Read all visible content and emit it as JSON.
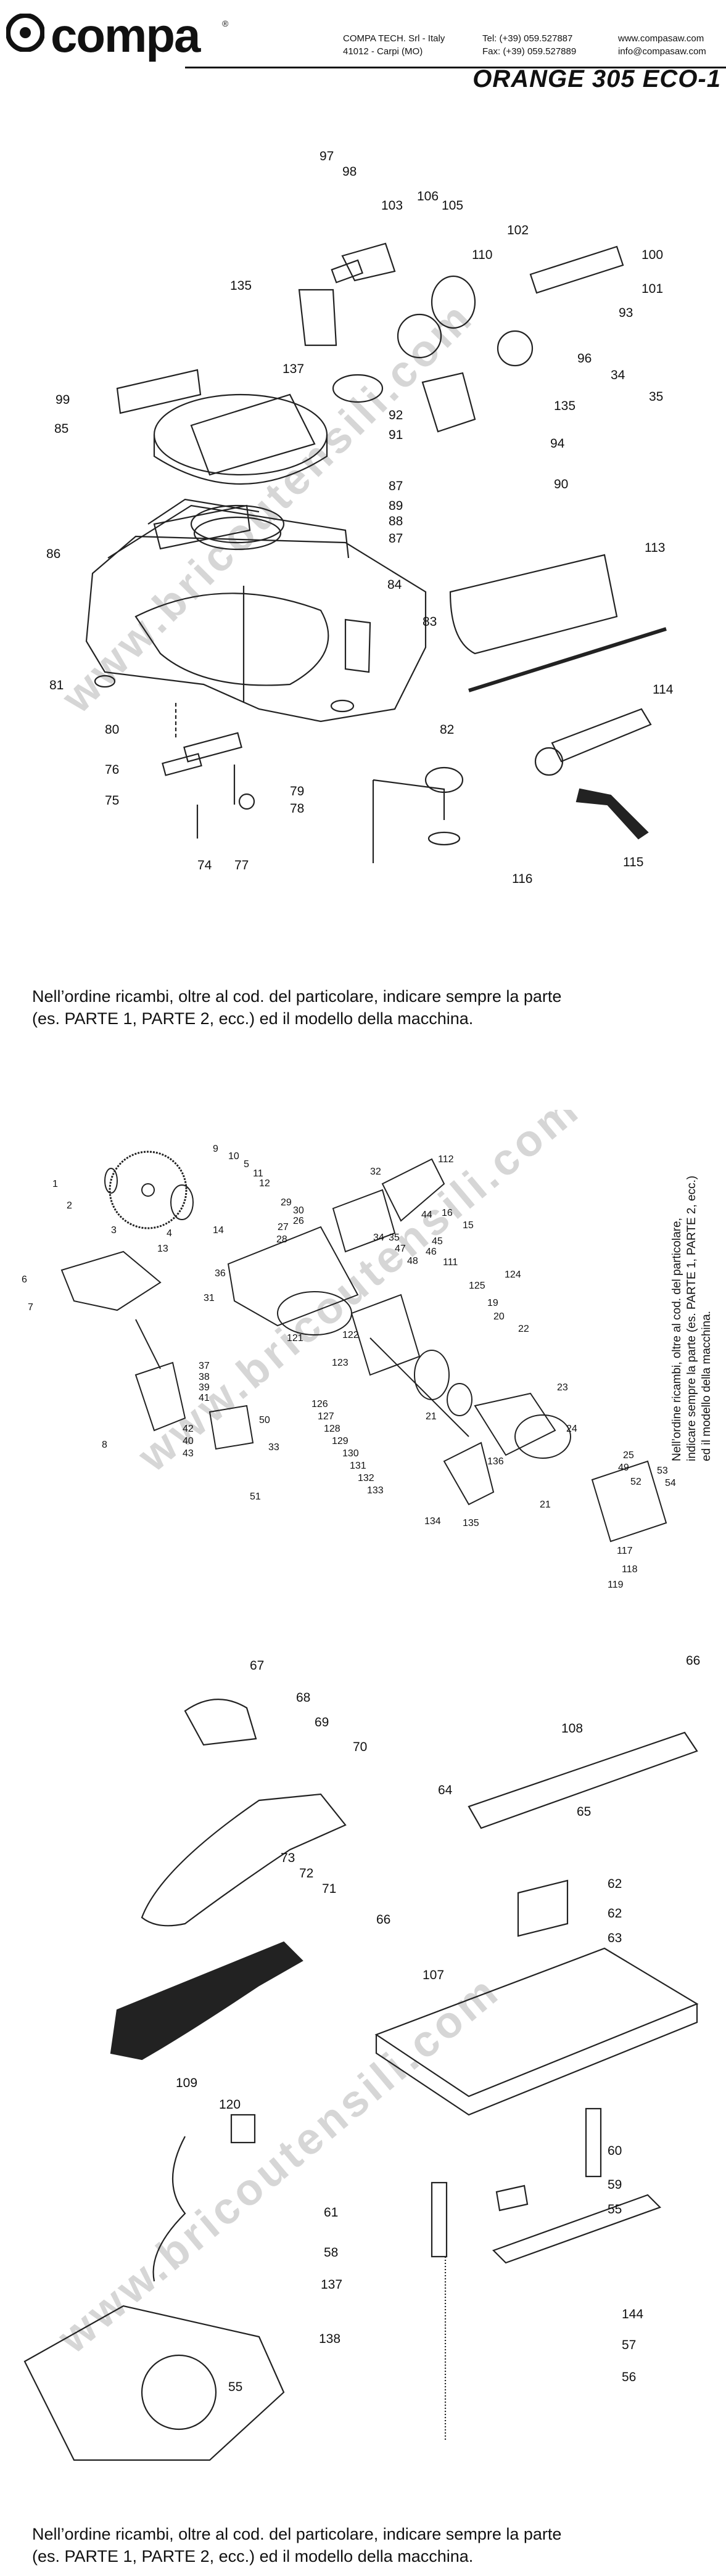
{
  "header": {
    "brand": "compa",
    "registered": "®",
    "company": [
      "COMPA TECH. Srl - Italy",
      "41012 - Carpi (MO)"
    ],
    "phones": [
      "Tel: (+39) 059.527887",
      "Fax: (+39) 059.527889"
    ],
    "web": [
      "www.compasaw.com",
      "info@compasaw.com"
    ],
    "model": "ORANGE 305 ECO-1"
  },
  "watermark": "www.bricoutensili.com",
  "diagram1": {
    "labels": [
      "97",
      "98",
      "103",
      "106",
      "105",
      "102",
      "100",
      "110",
      "101",
      "135",
      "93",
      "137",
      "96",
      "34",
      "35",
      "99",
      "92",
      "91",
      "135",
      "94",
      "85",
      "87",
      "89",
      "88",
      "87",
      "90",
      "86",
      "113",
      "84",
      "83",
      "81",
      "82",
      "114",
      "80",
      "76",
      "79",
      "78",
      "75",
      "74",
      "77",
      "116",
      "115"
    ]
  },
  "note1": {
    "line1": "Nell’ordine ricambi, oltre al cod. del particolare, indicare sempre la parte",
    "line2": "(es. PARTE 1, PARTE 2, ecc.) ed il modello della macchina."
  },
  "diagram2": {
    "labels": [
      "9",
      "10",
      "5",
      "11",
      "12",
      "29",
      "30",
      "27",
      "26",
      "28",
      "1",
      "2",
      "3",
      "4",
      "14",
      "32",
      "112",
      "13",
      "36",
      "34",
      "35",
      "44",
      "16",
      "15",
      "6",
      "47",
      "45",
      "46",
      "48",
      "111",
      "124",
      "125",
      "7",
      "31",
      "121",
      "122",
      "123",
      "19",
      "20",
      "22",
      "8",
      "37",
      "38",
      "39",
      "41",
      "42",
      "40",
      "43",
      "50",
      "33",
      "51",
      "126",
      "127",
      "128",
      "129",
      "130",
      "131",
      "132",
      "133",
      "21",
      "23",
      "24",
      "134",
      "135",
      "136",
      "21",
      "25",
      "49",
      "52",
      "53",
      "54",
      "117",
      "118",
      "119"
    ]
  },
  "side_note": {
    "line1": "Nell’ordine ricambi, oltre al cod. del particolare,",
    "line2": "indicare sempre la parte (es. PARTE 1, PARTE 2, ecc.)",
    "line3": "ed il modello della macchina."
  },
  "diagram3": {
    "labels": [
      "67",
      "68",
      "69",
      "70",
      "66",
      "108",
      "64",
      "65",
      "73",
      "72",
      "71",
      "66",
      "62",
      "62",
      "63",
      "107",
      "109",
      "120",
      "60",
      "59",
      "55",
      "61",
      "58",
      "137",
      "138",
      "144",
      "57",
      "56",
      "55"
    ]
  },
  "note2": {
    "line1": "Nell’ordine ricambi, oltre al cod. del particolare, indicare sempre la parte",
    "line2": "(es. PARTE 1, PARTE 2, ecc.) ed il modello della macchina."
  }
}
